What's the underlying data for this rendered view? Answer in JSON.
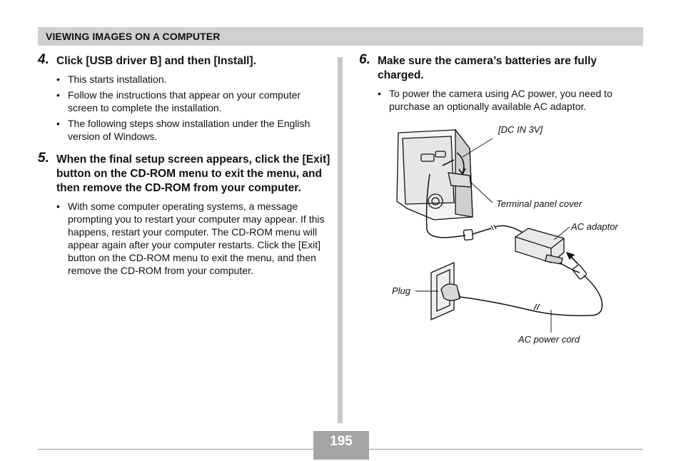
{
  "header": {
    "title": "VIEWING IMAGES ON A COMPUTER"
  },
  "left_column": {
    "steps": [
      {
        "number": "4.",
        "title": "Click [USB driver B] and then [Install].",
        "bullets": [
          "This starts installation.",
          "Follow the instructions that appear on your computer screen to complete the installation.",
          "The following steps show installation under the English version of Windows."
        ]
      },
      {
        "number": "5.",
        "title": "When the final setup screen appears, click the [Exit] button on the CD-ROM menu to exit the menu, and then remove the CD-ROM from your computer.",
        "bullets": [
          "With some computer operating systems, a message prompting you to restart your computer may appear. If this happens, restart your computer. The CD-ROM menu will appear again after your computer restarts. Click the [Exit] button on the CD-ROM menu to exit the menu, and then remove the CD-ROM from your computer."
        ]
      }
    ]
  },
  "right_column": {
    "steps": [
      {
        "number": "6.",
        "title": "Make sure the camera’s batteries are fully charged.",
        "bullets": [
          "To power the camera using AC power, you need to purchase an optionally available AC adaptor."
        ]
      }
    ]
  },
  "illustration": {
    "labels": {
      "dc_in": "[DC IN 3V]",
      "terminal_cover": "Terminal panel cover",
      "ac_adaptor": "AC adaptor",
      "plug": "Plug",
      "ac_power_cord": "AC power cord"
    }
  },
  "footer": {
    "page_number": "195"
  }
}
